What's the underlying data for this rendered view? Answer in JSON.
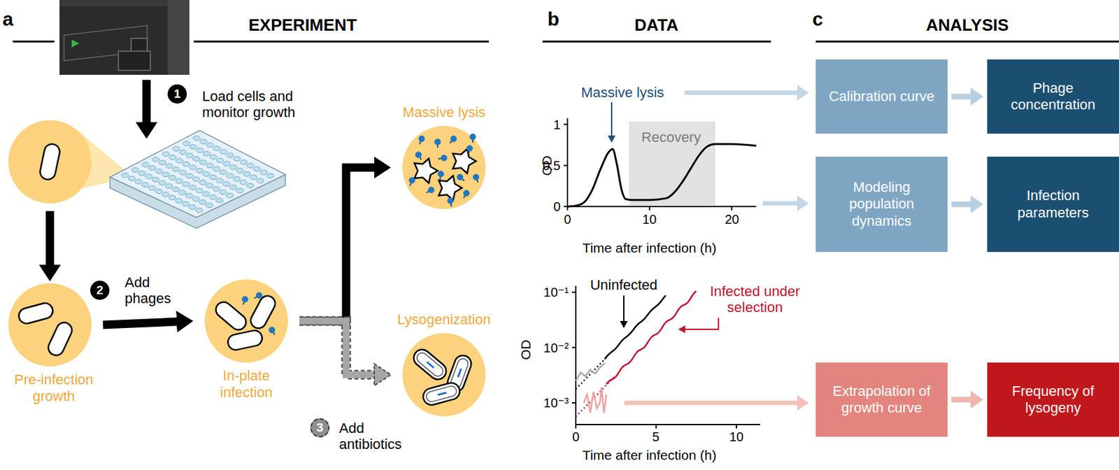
{
  "diagram": {
    "nodes": [
      {
        "text": [
          "Pre-infection growth"
        ]
      },
      {
        "text": [
          "In-plate infection"
        ]
      },
      {
        "text": [
          "Massive lysis"
        ]
      },
      {
        "text": [
          "Lysogenization"
        ]
      },
      {
        "text": [
          "Calibration curve"
        ]
      },
      {
        "text": [
          "Phage concentration"
        ]
      },
      {
        "text": [
          "Modeling population dynamics"
        ]
      },
      {
        "text": [
          "Infection parameters"
        ]
      },
      {
        "text": [
          "Extrapolation of growth curve"
        ]
      },
      {
        "text": [
          "Frequency of lysogeny"
        ]
      }
    ],
    "edges": [
      {
        "from": 0,
        "to": 1,
        "arrow": "to"
      },
      {
        "from": 1,
        "to": 2,
        "arrow": "to"
      },
      {
        "from": 1,
        "to": 3,
        "arrow": "to"
      },
      {
        "from": 4,
        "to": 5,
        "arrow": "to"
      },
      {
        "from": 6,
        "to": 7,
        "arrow": "to"
      },
      {
        "from": 8,
        "to": 9,
        "arrow": "to"
      }
    ],
    "labels": [
      "a",
      "EXPERIMENT",
      "b",
      "DATA",
      "c",
      "ANALYSIS",
      "1",
      "Load cells and monitor growth",
      "2",
      "Add phages",
      "3",
      "Add antibiotics",
      "Massive lysis",
      "1",
      "0.5",
      "0",
      "0",
      "10",
      "20",
      "Recovery",
      "OD",
      "Time after infection (h)",
      "Uninfected",
      "Infected under selection",
      "10⁻¹",
      "10⁻²",
      "10⁻³",
      "0",
      "5",
      "10",
      "OD",
      "Time after infection (h)"
    ]
  }
}
